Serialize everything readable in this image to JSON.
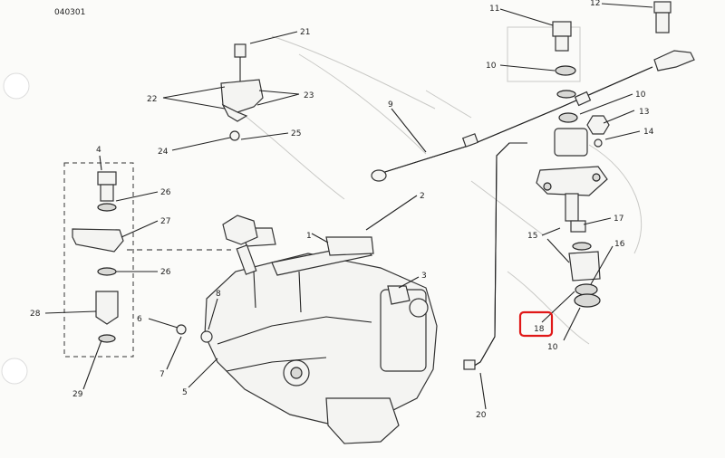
{
  "drawing_id": "040301",
  "callouts": {
    "c1": "1",
    "c2": "2",
    "c3": "3",
    "c4": "4",
    "c5": "5",
    "c6": "6",
    "c7": "7",
    "c8": "8",
    "c9": "9",
    "c10a": "10",
    "c10b": "10",
    "c10c": "10",
    "c11": "11",
    "c12": "12",
    "c13": "13",
    "c14": "14",
    "c15": "15",
    "c16": "16",
    "c17": "17",
    "c18": "18",
    "c20": "20",
    "c21": "21",
    "c22": "22",
    "c23": "23",
    "c24": "24",
    "c25": "25",
    "c26a": "26",
    "c26b": "26",
    "c27": "27",
    "c28": "28",
    "c29": "29"
  },
  "highlight": {
    "target": "c18",
    "color": "#e01818"
  }
}
